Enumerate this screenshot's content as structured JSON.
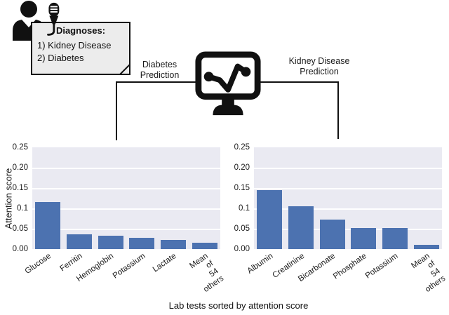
{
  "colors": {
    "bar": "#4c72b0",
    "plot_background": "#eaeaf2",
    "gridline": "#ffffff",
    "note_background": "#ececec",
    "ink": "#111111"
  },
  "header": {
    "note": {
      "title": "Diagnoses:",
      "items": [
        "1) Kidney Disease",
        "2) Diabetes"
      ]
    },
    "left_prediction_label": "Diabetes\nPrediction",
    "right_prediction_label": "Kidney Disease\nPrediction",
    "icons": [
      "doctor-icon",
      "microphone-icon",
      "monitor-pulse-icon"
    ]
  },
  "caption": "Lab tests sorted by attention score",
  "chart_data": [
    {
      "type": "bar",
      "title": "Diabetes Prediction",
      "categories": [
        "Glucose",
        "Ferritin",
        "Hemoglobin",
        "Potassium",
        "Lactate",
        "Mean of\n54 others"
      ],
      "values": [
        0.115,
        0.036,
        0.032,
        0.027,
        0.022,
        0.015
      ],
      "xlabel": "Lab tests sorted by attention score",
      "ylabel": "Attention score",
      "ylim": [
        0,
        0.25
      ],
      "yticks": [
        "0.25",
        "0.20",
        "0.15",
        "0.1",
        "0.05",
        "0.00"
      ],
      "grid": true,
      "legend": "none"
    },
    {
      "type": "bar",
      "title": "Kidney Disease Prediction",
      "categories": [
        "Albumin",
        "Creatinine",
        "Bicarbonate",
        "Phosphate",
        "Potassium",
        "Mean of\n54 others"
      ],
      "values": [
        0.145,
        0.105,
        0.073,
        0.052,
        0.052,
        0.011
      ],
      "xlabel": "Lab tests sorted by attention score",
      "ylabel": "",
      "ylim": [
        0,
        0.25
      ],
      "yticks": [
        "0.25",
        "0.20",
        "0.15",
        "0.1",
        "0.05",
        "0.00"
      ],
      "grid": true,
      "legend": "none"
    }
  ]
}
